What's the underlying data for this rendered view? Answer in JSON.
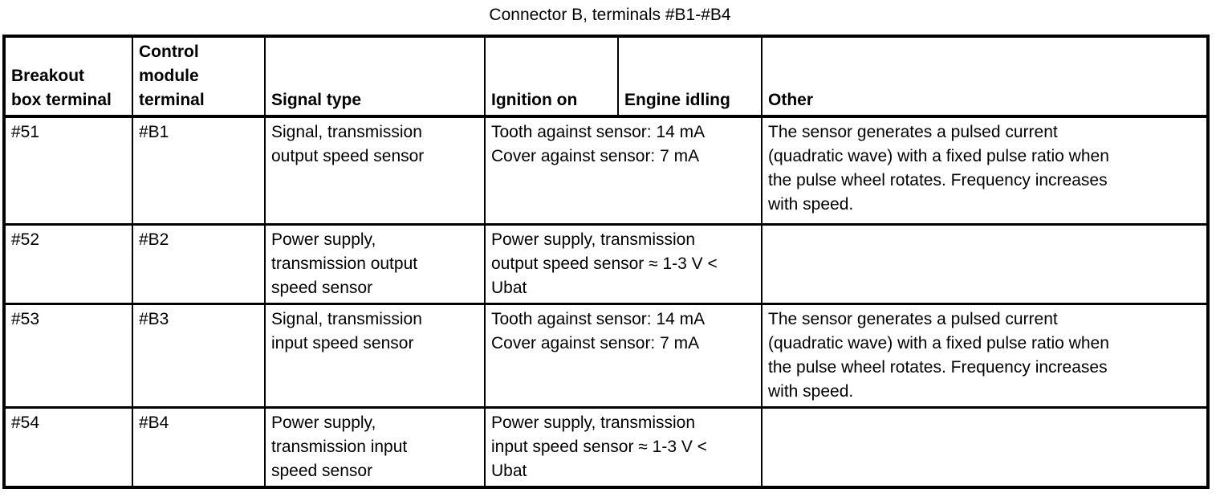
{
  "title": "Connector B, terminals #B1-#B4",
  "table": {
    "columns": {
      "breakout": "Breakout\nbox terminal",
      "control": "Control\nmodule\nterminal",
      "signal": "Signal type",
      "ignition": "Ignition on",
      "idling": "Engine idling",
      "other": "Other"
    },
    "rows": [
      {
        "breakout_box_terminal": "#51",
        "control_module_terminal": "#B1",
        "signal_type": "Signal, transmission\noutput speed sensor",
        "ignition_on_engine_idling": "Tooth against sensor: 14 mA\nCover against sensor: 7 mA",
        "other": "The sensor generates a pulsed current\n(quadratic wave) with a fixed pulse ratio when\nthe pulse wheel rotates. Frequency increases\nwith speed."
      },
      {
        "breakout_box_terminal": "#52",
        "control_module_terminal": "#B2",
        "signal_type": "Power supply,\ntransmission output\nspeed sensor",
        "ignition_on_engine_idling": "Power supply, transmission\noutput speed sensor ≈ 1-3 V <\nUbat",
        "other": ""
      },
      {
        "breakout_box_terminal": "#53",
        "control_module_terminal": "#B3",
        "signal_type": "Signal, transmission\ninput speed sensor",
        "ignition_on_engine_idling": "Tooth against sensor: 14 mA\nCover against sensor: 7 mA",
        "other": "The sensor generates a pulsed current\n(quadratic wave) with a fixed pulse ratio when\nthe pulse wheel rotates. Frequency increases\nwith speed."
      },
      {
        "breakout_box_terminal": "#54",
        "control_module_terminal": "#B4",
        "signal_type": "Power supply,\ntransmission input\nspeed sensor",
        "ignition_on_engine_idling": "Power supply, transmission\ninput speed sensor ≈ 1-3 V <\nUbat",
        "other": ""
      }
    ]
  },
  "colors": {
    "text": "#000000",
    "background": "#ffffff",
    "border": "#000000"
  }
}
